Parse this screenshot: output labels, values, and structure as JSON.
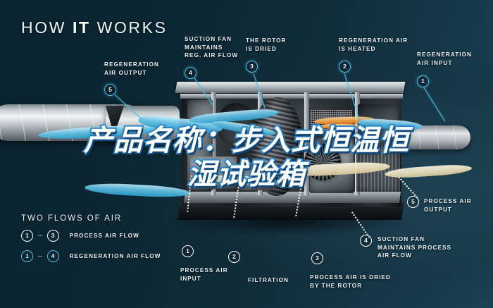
{
  "header": {
    "title_light": "HOW ",
    "title_bold": "IT",
    "title_light2": " WORKS"
  },
  "callouts_top": [
    {
      "num": "5",
      "label": "REGENERATION\nAIR OUTPUT",
      "style": "cyan"
    },
    {
      "num": "4",
      "label": "SUCTION FAN\nMAINTAINS\nREG. AIR FLOW",
      "style": "cyan"
    },
    {
      "num": "3",
      "label": "THE ROTOR\nIS DRIED",
      "style": "cyan"
    },
    {
      "num": "2",
      "label": "REGENERATION AIR\nIS HEATED",
      "style": "cyan"
    },
    {
      "num": "1",
      "label": "REGENERATION\nAIR INPUT",
      "style": "cyan"
    }
  ],
  "callouts_bottom": [
    {
      "num": "1",
      "label": "PROCESS AIR\nINPUT",
      "style": "white"
    },
    {
      "num": "2",
      "label": "FILTRATION",
      "style": "white"
    },
    {
      "num": "3",
      "label": "PROCESS AIR IS DRIED\nBY THE ROTOR",
      "style": "white"
    },
    {
      "num": "4",
      "label": "SUCTION FAN\nMAINTAINS PROCESS\nAIR FLOW",
      "style": "white"
    },
    {
      "num": "5",
      "label": "PROCESS AIR\nOUTPUT",
      "style": "white"
    }
  ],
  "legend": {
    "title": "TWO FLOWS OF AIR",
    "rows": [
      {
        "from": "1",
        "dash": "–",
        "to": "3",
        "label": "PROCESS AIR FLOW",
        "style": "white"
      },
      {
        "from": "1",
        "dash": "–",
        "to": "4",
        "label": "REGENERATION AIR FLOW",
        "style": "cyan"
      }
    ]
  },
  "overlay": {
    "line1": "产品名称：步入式恒温恒",
    "line2": "湿试验箱"
  },
  "colors": {
    "background": "#0b2733",
    "accent_cyan": "#4fc0e4",
    "text_white": "#e9f1f4",
    "overlay_stroke": "#2f8fd6",
    "airflow_blue": "#63c2e6",
    "airflow_cream": "#efe4c2",
    "airflow_orange": "#f29a3c"
  }
}
